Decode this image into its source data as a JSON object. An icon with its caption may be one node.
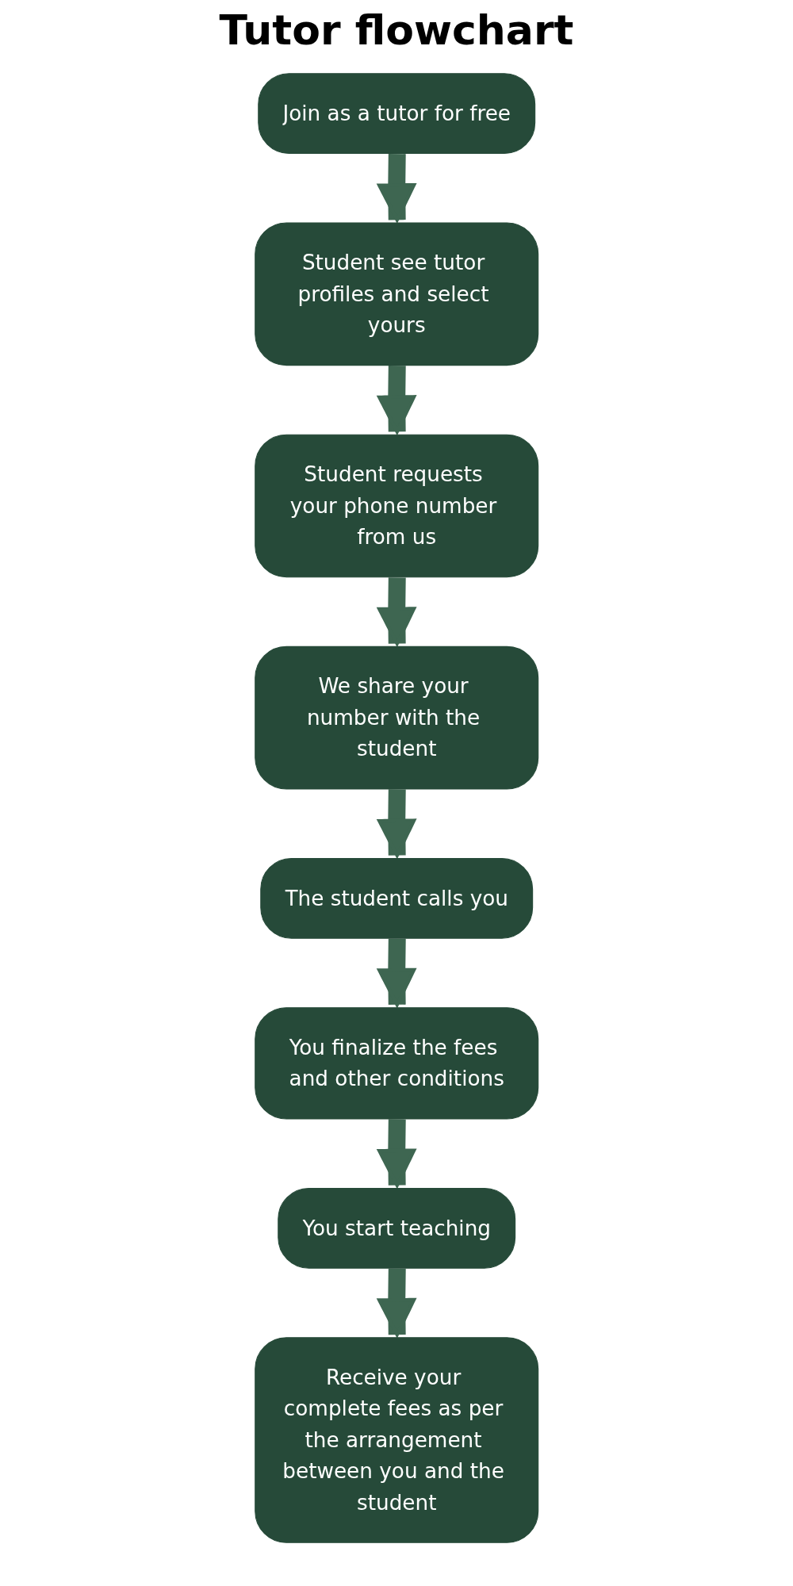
{
  "diagram": {
    "title": "Tutor flowchart",
    "nodes": [
      {
        "text": [
          "Join as a tutor for free"
        ]
      },
      {
        "text": [
          "Student see tutor profiles and select yours"
        ]
      },
      {
        "text": [
          "Student requests your phone number from us"
        ]
      },
      {
        "text": [
          "We share your number with the student"
        ]
      },
      {
        "text": [
          "The student calls you"
        ]
      },
      {
        "text": [
          "You finalize the fees and other conditions"
        ]
      },
      {
        "text": [
          "You start teaching"
        ]
      },
      {
        "text": [
          "Receive your complete fees as per the arrangement between you and the student"
        ]
      }
    ],
    "edges": [
      {
        "from": 0,
        "to": 1,
        "arrow": "to"
      },
      {
        "from": 1,
        "to": 2,
        "arrow": "to"
      },
      {
        "from": 2,
        "to": 3,
        "arrow": "to"
      },
      {
        "from": 3,
        "to": 4,
        "arrow": "to"
      },
      {
        "from": 4,
        "to": 5,
        "arrow": "to"
      },
      {
        "from": 5,
        "to": 6,
        "arrow": "to"
      },
      {
        "from": 6,
        "to": 7,
        "arrow": "to"
      }
    ]
  }
}
